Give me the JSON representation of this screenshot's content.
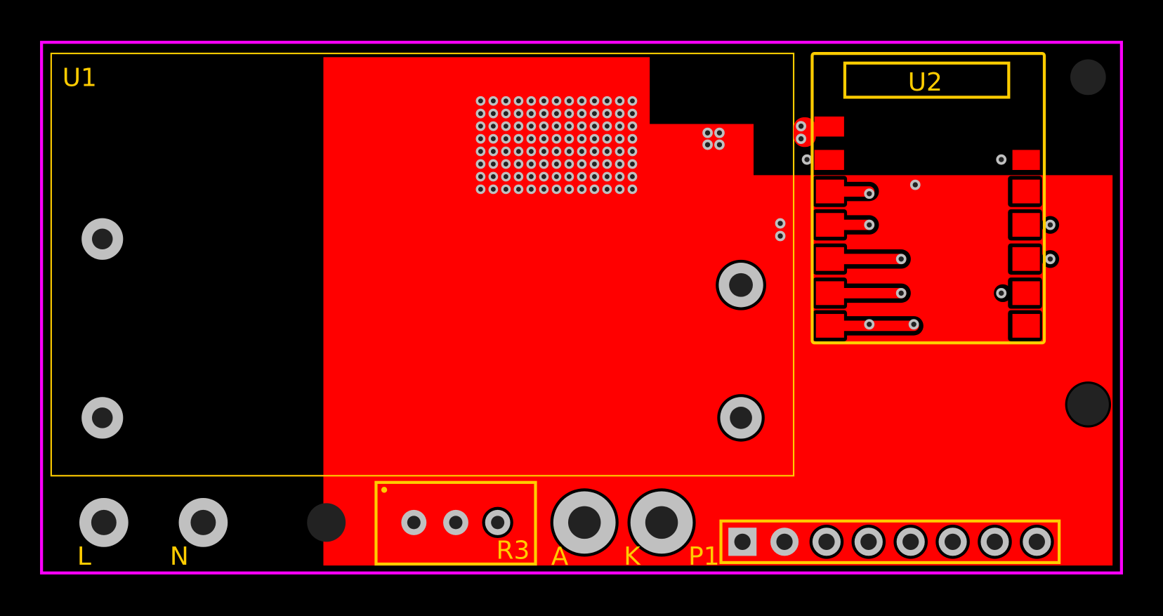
{
  "board": {
    "colors": {
      "background": "#000000",
      "outline": "#ff00ff",
      "copper": "#ff0000",
      "silkscreen": "#ffcc00",
      "pad": "#c0c0c0",
      "drill": "#222222"
    },
    "designators": {
      "u1": "U1",
      "u2": "U2",
      "r3": "R3",
      "l": "L",
      "n": "N",
      "a": "A",
      "k": "K",
      "p1": "P1"
    },
    "via_grid": {
      "rows": 8,
      "cols": 13
    },
    "p1_pin_count": 8,
    "r3_pin_count": 3
  }
}
